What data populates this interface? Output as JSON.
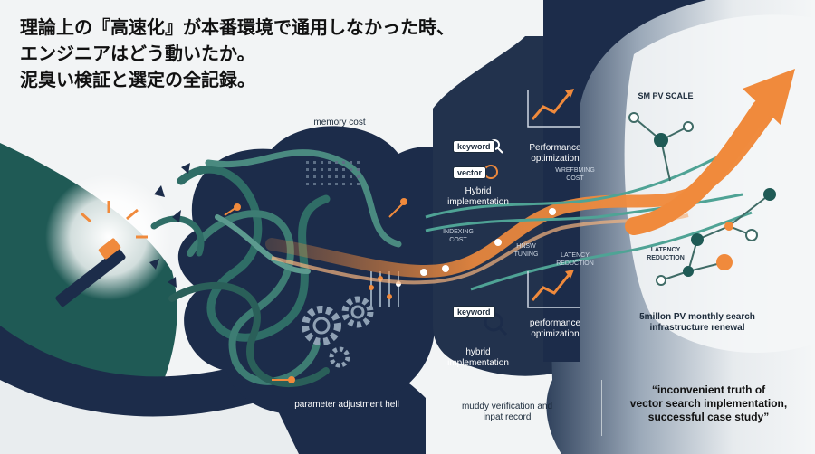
{
  "headline": {
    "line1": "理論上の『高速化』が本番環境で通用しなかった時、",
    "line2": "エンジニアはどう動いたか。",
    "line3": "泥臭い検証と選定の全記録。"
  },
  "labels": {
    "memory_cost": "memory cost",
    "parameter_hell": "parameter adjustment hell",
    "keyword_chip_top": "keyword",
    "vector_chip": "vector",
    "hybrid_top_1": "Hybrid",
    "hybrid_top_2": "implementation",
    "perf_top_1": "Performance",
    "perf_top_2": "optimization",
    "indexing_cost_1": "INDEXING",
    "indexing_cost_2": "COST",
    "hnsw_tuning_1": "HNSW",
    "hnsw_tuning_2": "TUNING",
    "latency_mid_1": "LATENCY",
    "latency_mid_2": "REDUCTION",
    "refreshing_cost_1": "WREFBMING",
    "refreshing_cost_2": "COST",
    "keyword_chip_bottom": "keyword",
    "hybrid_bottom_1": "hybrid",
    "hybrid_bottom_2": "implementation",
    "perf_bottom_1": "performance",
    "perf_bottom_2": "optimization",
    "pv_scale": "SM PV SCALE",
    "latency_right_1": "LATENCY",
    "latency_right_2": "REDUCTION",
    "monthly_1": "5millon PV monthly search",
    "monthly_2": "infrastructure renewal",
    "muddy_1": "muddy verification and",
    "muddy_2": "inpat record",
    "quote_1": "“inconvenient truth of",
    "quote_2": "vector search implementation,",
    "quote_3": "successful case study”"
  },
  "icons": [
    "magic-wand-icon",
    "tangled-cables-icon",
    "gears-icon",
    "search-icon",
    "line-chart-icon",
    "network-graph-icon",
    "growth-arrow-icon"
  ],
  "colors": {
    "navy": "#1c2c4a",
    "teal": "#1f5a55",
    "accent_orange": "#f08a3c",
    "light_bg": "#f2f4f5"
  }
}
